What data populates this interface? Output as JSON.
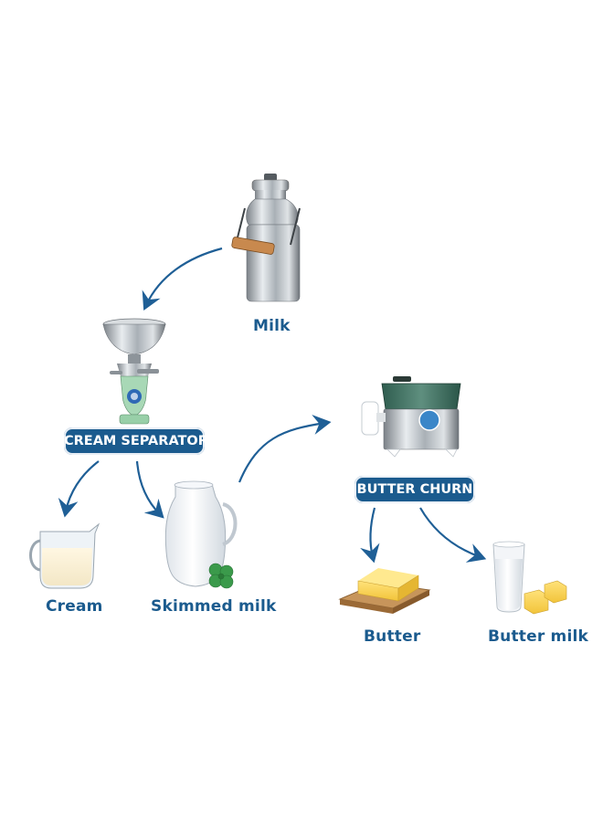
{
  "diagram": {
    "nodes": {
      "milk": {
        "label": "Milk",
        "icon": "milk-can-icon"
      },
      "cream_separator": {
        "label": "CREAM SEPARATOR",
        "icon": "cream-separator-icon"
      },
      "cream": {
        "label": "Cream",
        "icon": "cream-jug-icon"
      },
      "skimmed_milk": {
        "label": "Skimmed milk",
        "icon": "milk-jug-icon"
      },
      "butter_churn": {
        "label": "BUTTER CHURN",
        "icon": "butter-churn-icon"
      },
      "butter": {
        "label": "Butter",
        "icon": "butter-block-icon"
      },
      "butter_milk": {
        "label": "Butter milk",
        "icon": "milk-glass-icon"
      }
    },
    "edges": [
      {
        "from": "milk",
        "to": "cream_separator"
      },
      {
        "from": "cream_separator",
        "to": "cream"
      },
      {
        "from": "cream_separator",
        "to": "skimmed_milk"
      },
      {
        "from": "skimmed_milk",
        "to": "butter_churn"
      },
      {
        "from": "butter_churn",
        "to": "butter"
      },
      {
        "from": "butter_churn",
        "to": "butter_milk"
      }
    ]
  },
  "colors": {
    "label_text": "#1b5b8e",
    "pill_bg": "#1b5b8e",
    "arrow": "#1f5f96"
  }
}
